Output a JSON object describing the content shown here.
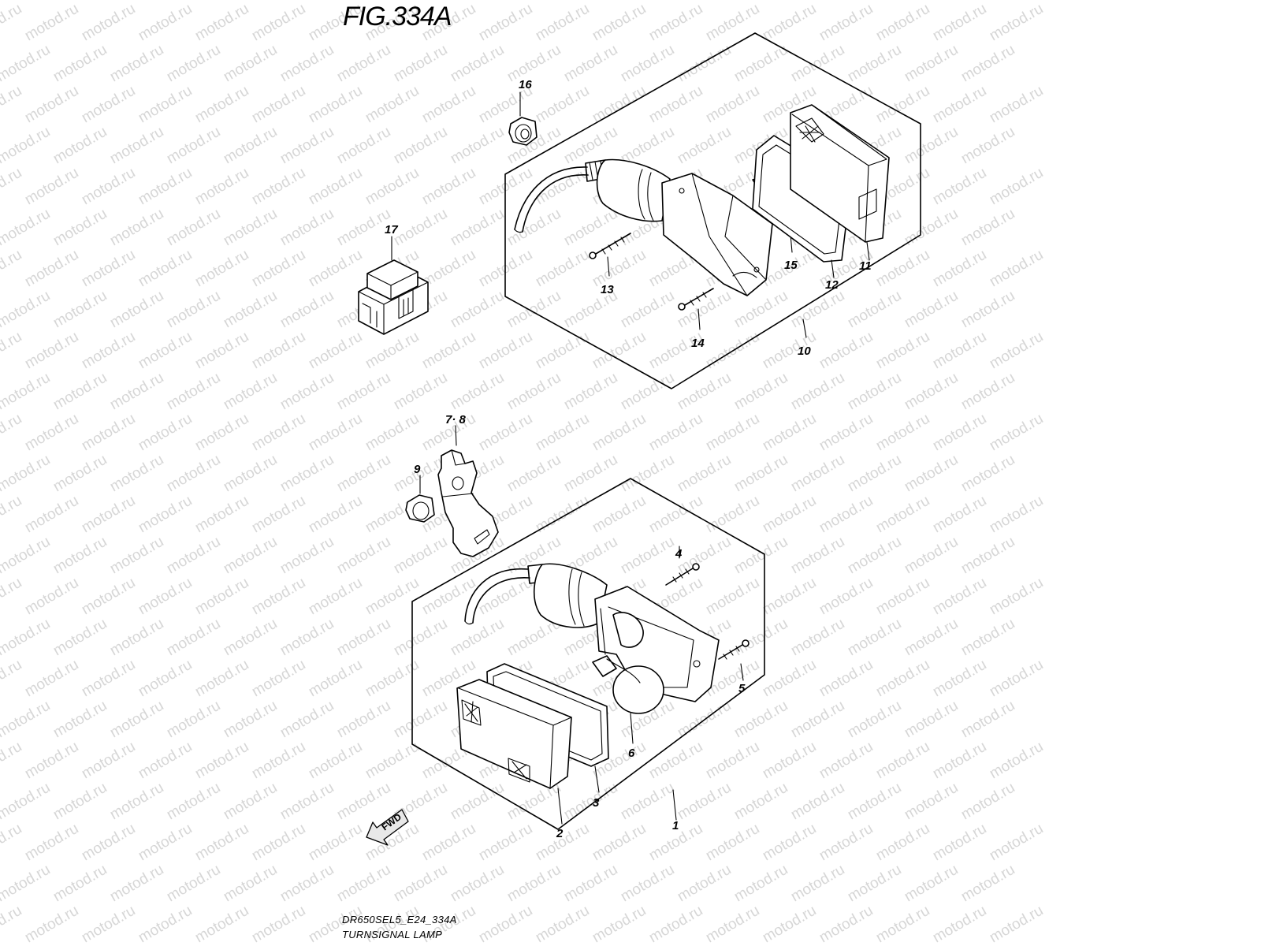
{
  "figure": {
    "title": "FIG.334A",
    "code": "DR650SEL5_E24_334A",
    "name": "TURNSIGNAL LAMP"
  },
  "watermark": "motod.ru",
  "direction_arrow": "FWD",
  "callouts": {
    "c1": "1",
    "c2": "2",
    "c3": "3",
    "c4": "4",
    "c5": "5",
    "c6": "6",
    "c78": "7· 8",
    "c9": "9",
    "c10": "10",
    "c11": "11",
    "c12": "12",
    "c13": "13",
    "c14": "14",
    "c15": "15",
    "c16": "16",
    "c17": "17"
  }
}
